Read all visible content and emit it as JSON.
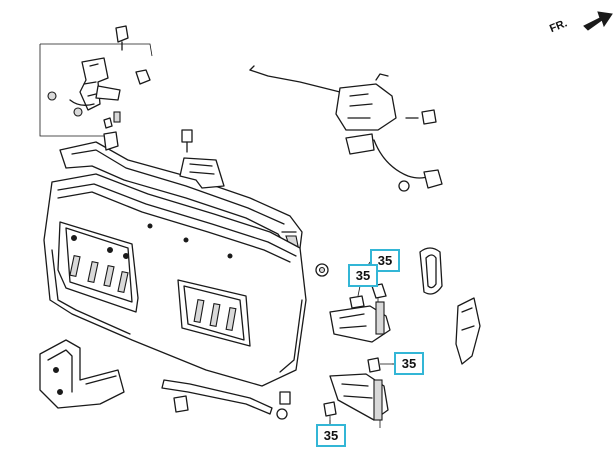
{
  "direction_marker": {
    "label": "FR.",
    "icon": "arrow-forward-icon"
  },
  "callouts": [
    {
      "id": "callout-hinge-bolt-upper-right",
      "label": "35"
    },
    {
      "id": "callout-hinge-bolt-upper-left",
      "label": "35"
    },
    {
      "id": "callout-hinge-bolt-lower-right",
      "label": "35"
    },
    {
      "id": "callout-hinge-bolt-lower-left",
      "label": "35"
    }
  ],
  "colors": {
    "callout_border": "#33b6d6",
    "line_art": "#1a1a1a"
  }
}
